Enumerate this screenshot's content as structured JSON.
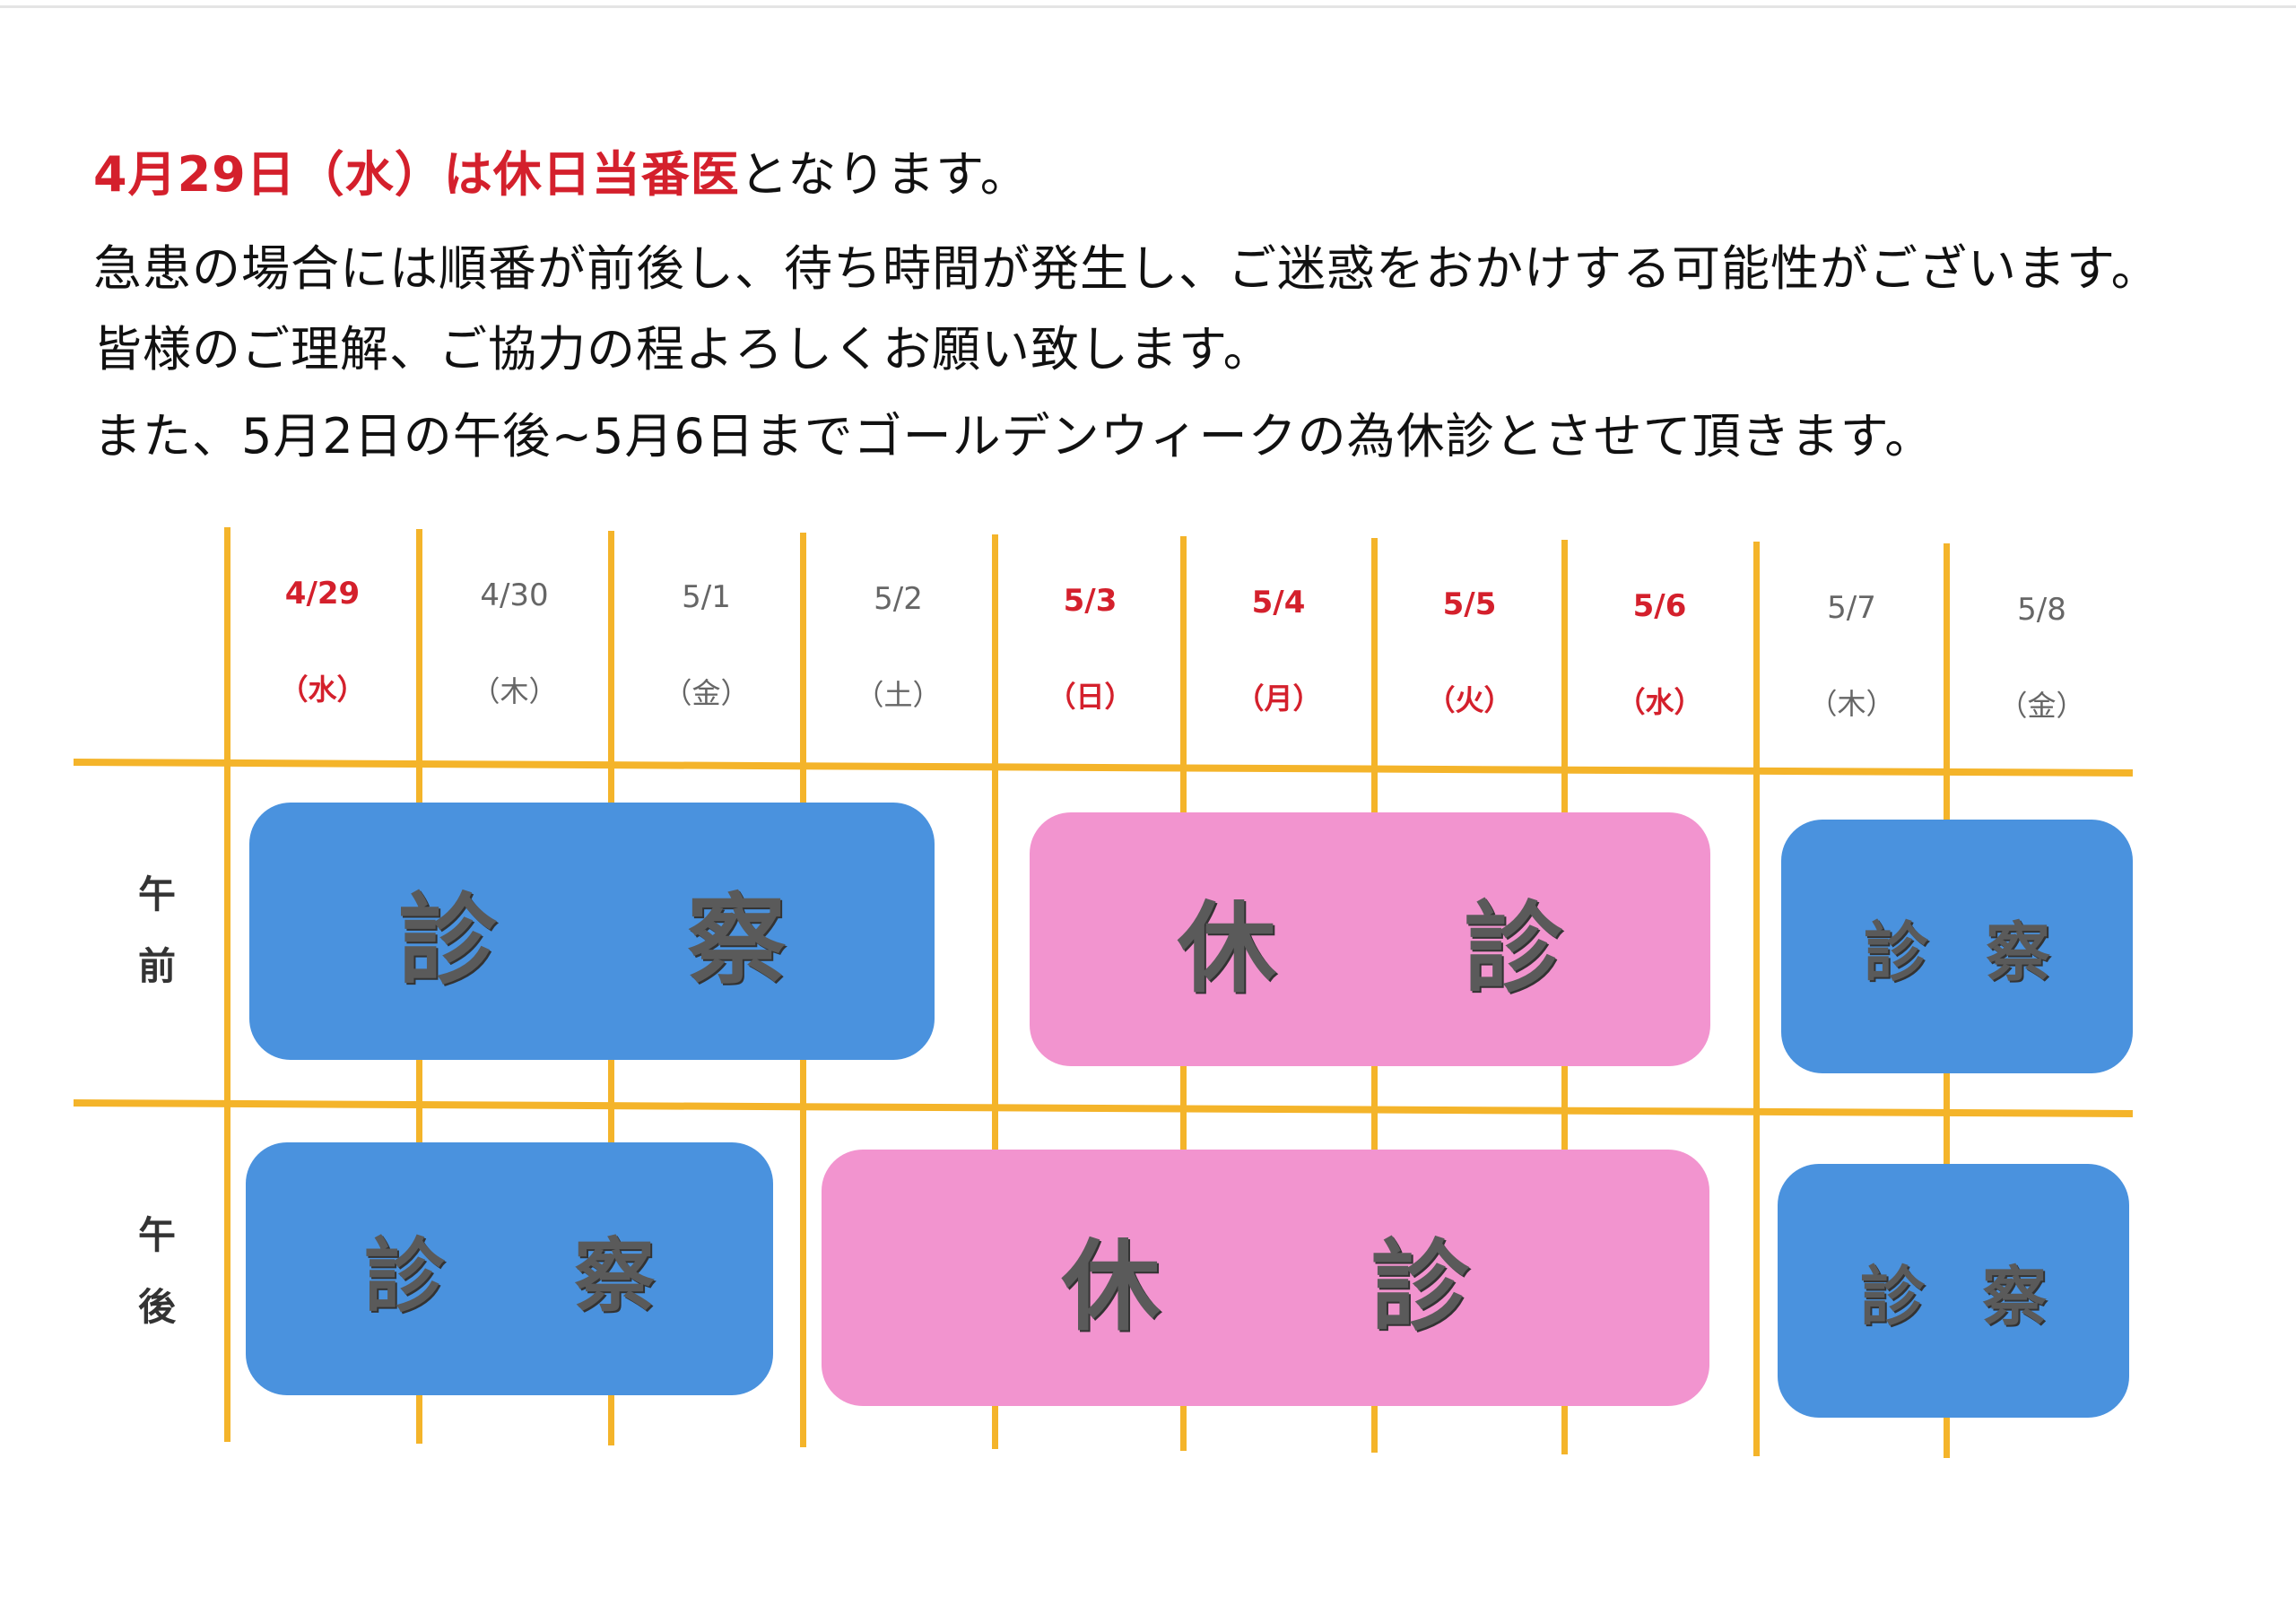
{
  "notice": {
    "line1_highlight": "4月29日（水）は休日当番医",
    "line1_rest": "となります。",
    "line2": "急患の場合には順番が前後し、待ち時間が発生し、ご迷惑をおかけする可能性がございます。",
    "line3": "皆様のご理解、ご協力の程よろしくお願い致します。",
    "line4": "また、5月2日の午後~5月6日までゴールデンウィークの為休診とさせて頂きます。"
  },
  "schedule": {
    "days": [
      {
        "date": "4/29",
        "weekday": "（水）",
        "holiday": true
      },
      {
        "date": "4/30",
        "weekday": "（木）",
        "holiday": false
      },
      {
        "date": "5/1",
        "weekday": "（金）",
        "holiday": false
      },
      {
        "date": "5/2",
        "weekday": "（土）",
        "holiday": false
      },
      {
        "date": "5/3",
        "weekday": "（日）",
        "holiday": true
      },
      {
        "date": "5/4",
        "weekday": "（月）",
        "holiday": true
      },
      {
        "date": "5/5",
        "weekday": "（火）",
        "holiday": true
      },
      {
        "date": "5/6",
        "weekday": "（水）",
        "holiday": true
      },
      {
        "date": "5/7",
        "weekday": "（木）",
        "holiday": false
      },
      {
        "date": "5/8",
        "weekday": "（金）",
        "holiday": false
      }
    ],
    "rows": {
      "am": [
        "午",
        "前"
      ],
      "pm": [
        "午",
        "後"
      ]
    },
    "open": [
      "診",
      "察"
    ],
    "closed": [
      "休",
      "診"
    ]
  },
  "colors": {
    "open": "#4a92de",
    "closed": "#f294cf",
    "grid": "#f4b42a",
    "holiday": "#d4202c"
  }
}
